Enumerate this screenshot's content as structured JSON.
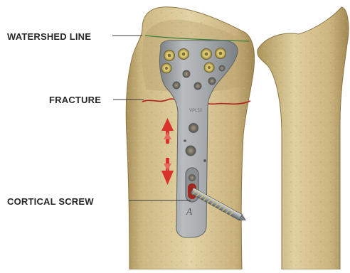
{
  "labels": {
    "watershed": "WATERSHED LINE",
    "fracture": "FRACTURE",
    "screw": "CORTICAL SCREW"
  },
  "plate_text": {
    "code": "VPL53",
    "logo": "A"
  },
  "colors": {
    "background": "#ffffff",
    "bone": "#d9c592",
    "bone_shadow": "#b49d66",
    "plate": "#9ea3a6",
    "fracture_line": "#b52020",
    "watershed_line": "#3a7d3a",
    "arrow": "#d8322a",
    "screw_threads": "#d4c36a"
  }
}
